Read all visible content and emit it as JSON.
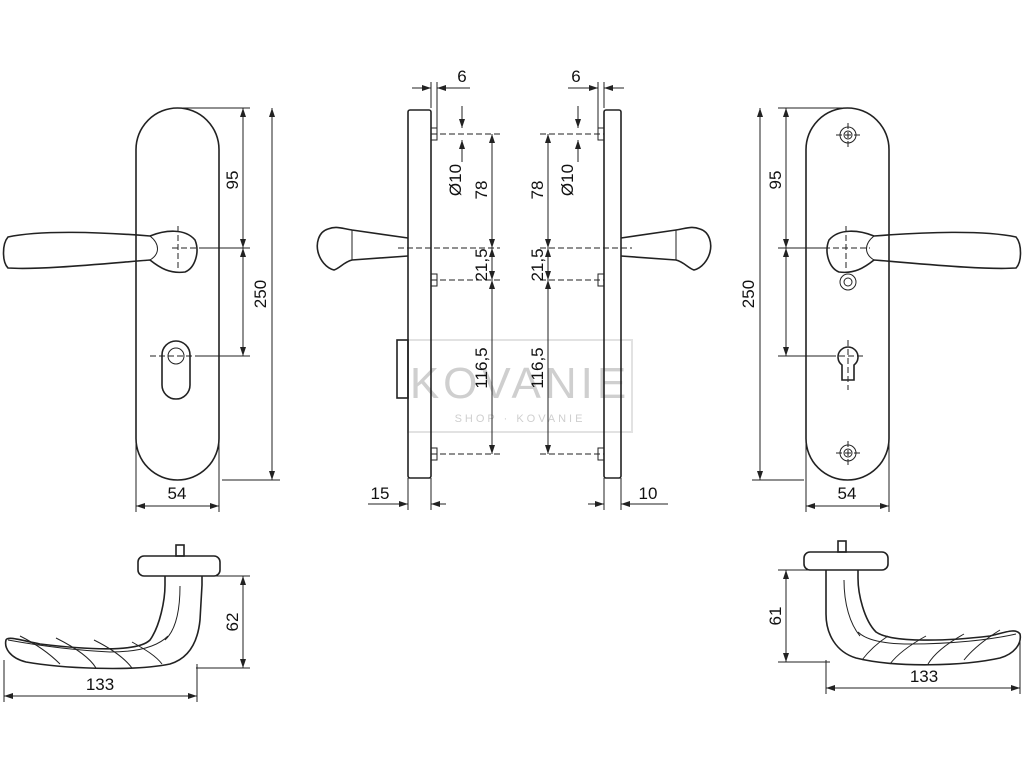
{
  "watermark": {
    "brand": "KOVANIE",
    "sub": "SHOP · KOVANIE"
  },
  "dimensions": {
    "front_left": {
      "width": "54",
      "upper": "95",
      "total": "250"
    },
    "front_right": {
      "width": "54",
      "upper": "95",
      "total": "250"
    },
    "side_left": {
      "top_offset": "6",
      "hole_dia": "Ø10",
      "upper_hole": "78",
      "mid": "21,5",
      "lower": "116,5",
      "thickness": "15"
    },
    "side_right": {
      "top_offset": "6",
      "hole_dia": "Ø10",
      "upper_hole": "78",
      "mid": "21,5",
      "lower": "116,5",
      "thickness": "10"
    },
    "handle_left": {
      "length": "133",
      "projection": "62"
    },
    "handle_right": {
      "length": "133",
      "projection": "61"
    }
  }
}
